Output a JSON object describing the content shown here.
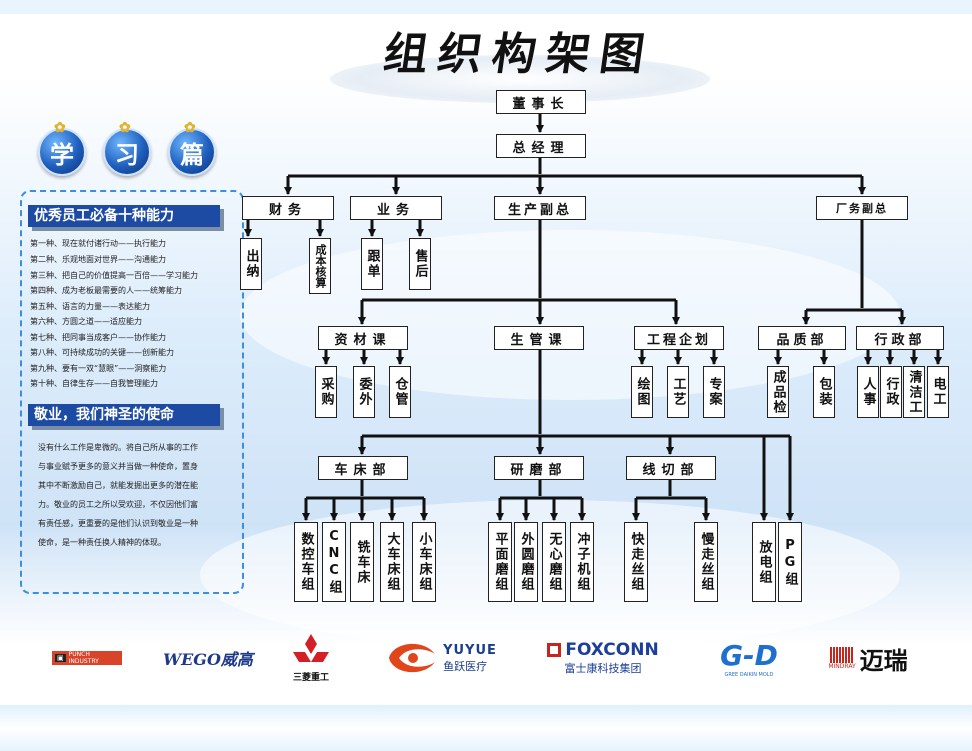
{
  "title": "组织构架图",
  "badges": [
    "学",
    "习",
    "篇"
  ],
  "skills": {
    "heading": "优秀员工必备十种能力",
    "items": [
      "第一种、现在就付诸行动——执行能力",
      "第二种、乐观地面对世界——沟通能力",
      "第三种、把自己的价值提高一百倍——学习能力",
      "第四种、成为老板最需要的人——统筹能力",
      "第五种、语言的力量——表达能力",
      "第六种、方圆之道——适应能力",
      "第七种、把同事当成客户——协作能力",
      "第八种、可持续成功的关键——创新能力",
      "第九种、要有一双“慧眼”——洞察能力",
      "第十种、自律生存——自我管理能力"
    ]
  },
  "mission": {
    "heading": "敬业，我们神圣的使命",
    "lines": [
      "没有什么工作是卑微的。将自己所从事的工作",
      "与事业赋予更多的意义并当做一种使命，置身",
      "其中不断激励自己，就能发掘出更多的潜在能",
      "力。敬业的员工之所以受欢迎，不仅因他们富",
      "有责任感，更重要的是他们认识到敬业是一种",
      "使命，是一种责任换人精神的体现。"
    ]
  },
  "org": {
    "chairman": "董事长",
    "gm": "总经理",
    "finance": "财务",
    "business": "业务",
    "prod_vp": "生产副总",
    "factory_vp": "厂务副总",
    "fin_cashier": "出纳",
    "fin_cost": "成本核算",
    "biz_follow": "跟单",
    "biz_after": "售后",
    "materials": "资材课",
    "prod_mgmt": "生管课",
    "engineering": "工程企划",
    "quality": "品质部",
    "admin": "行政部",
    "mat_purchase": "采购",
    "mat_outsource": "委外",
    "mat_warehouse": "仓管",
    "eng_drawing": "绘图",
    "eng_process": "工艺",
    "eng_project": "专案",
    "qc_inspect": "成品检",
    "qc_pack": "包装",
    "adm_hr": "人事",
    "adm_admin": "行政",
    "adm_clean": "清洁工",
    "adm_elec": "电工",
    "lathe": "车床部",
    "grinding": "研磨部",
    "wirecut": "线切部",
    "lathe_cnc_ctrl": "数控车组",
    "lathe_cnc": "CNC组",
    "lathe_mill": "铣车床",
    "lathe_big": "大车床组",
    "lathe_small": "小车床组",
    "grind_surface": "平面磨组",
    "grind_outer": "外圆磨组",
    "grind_centerless": "无心磨组",
    "grind_punch": "冲子机组",
    "wire_fast": "快走丝组",
    "wire_slow": "慢走丝组",
    "edm": "放电组",
    "pg": "PG组"
  },
  "logos": [
    {
      "name": "punch-industry-logo",
      "text": "PUNCH INDUSTRY"
    },
    {
      "name": "wego-logo",
      "text": "WEGO威高"
    },
    {
      "name": "mitsubishi-logo",
      "text": "三菱重工"
    },
    {
      "name": "yuyue-logo",
      "text": "YUYUE",
      "sub": "鱼跃医疗"
    },
    {
      "name": "foxconn-logo",
      "text": "FOXCONN",
      "sub": "富士康科技集团"
    },
    {
      "name": "gd-logo",
      "text": "G-D",
      "sub": "GREE DAIKIN MOLD"
    },
    {
      "name": "mindray-logo",
      "text": "迈瑞",
      "sub": "MINDRAY"
    }
  ],
  "colors": {
    "badge": "#1e5fbd",
    "panel_head": "#1d4aa3",
    "panel_border": "#3a8fe0",
    "foxconn": "#1d3f9c",
    "mindray": "#c8251f",
    "wego": "#1f3a8a",
    "gd": "#1d6fd0",
    "yuyue": "#e0451b"
  }
}
